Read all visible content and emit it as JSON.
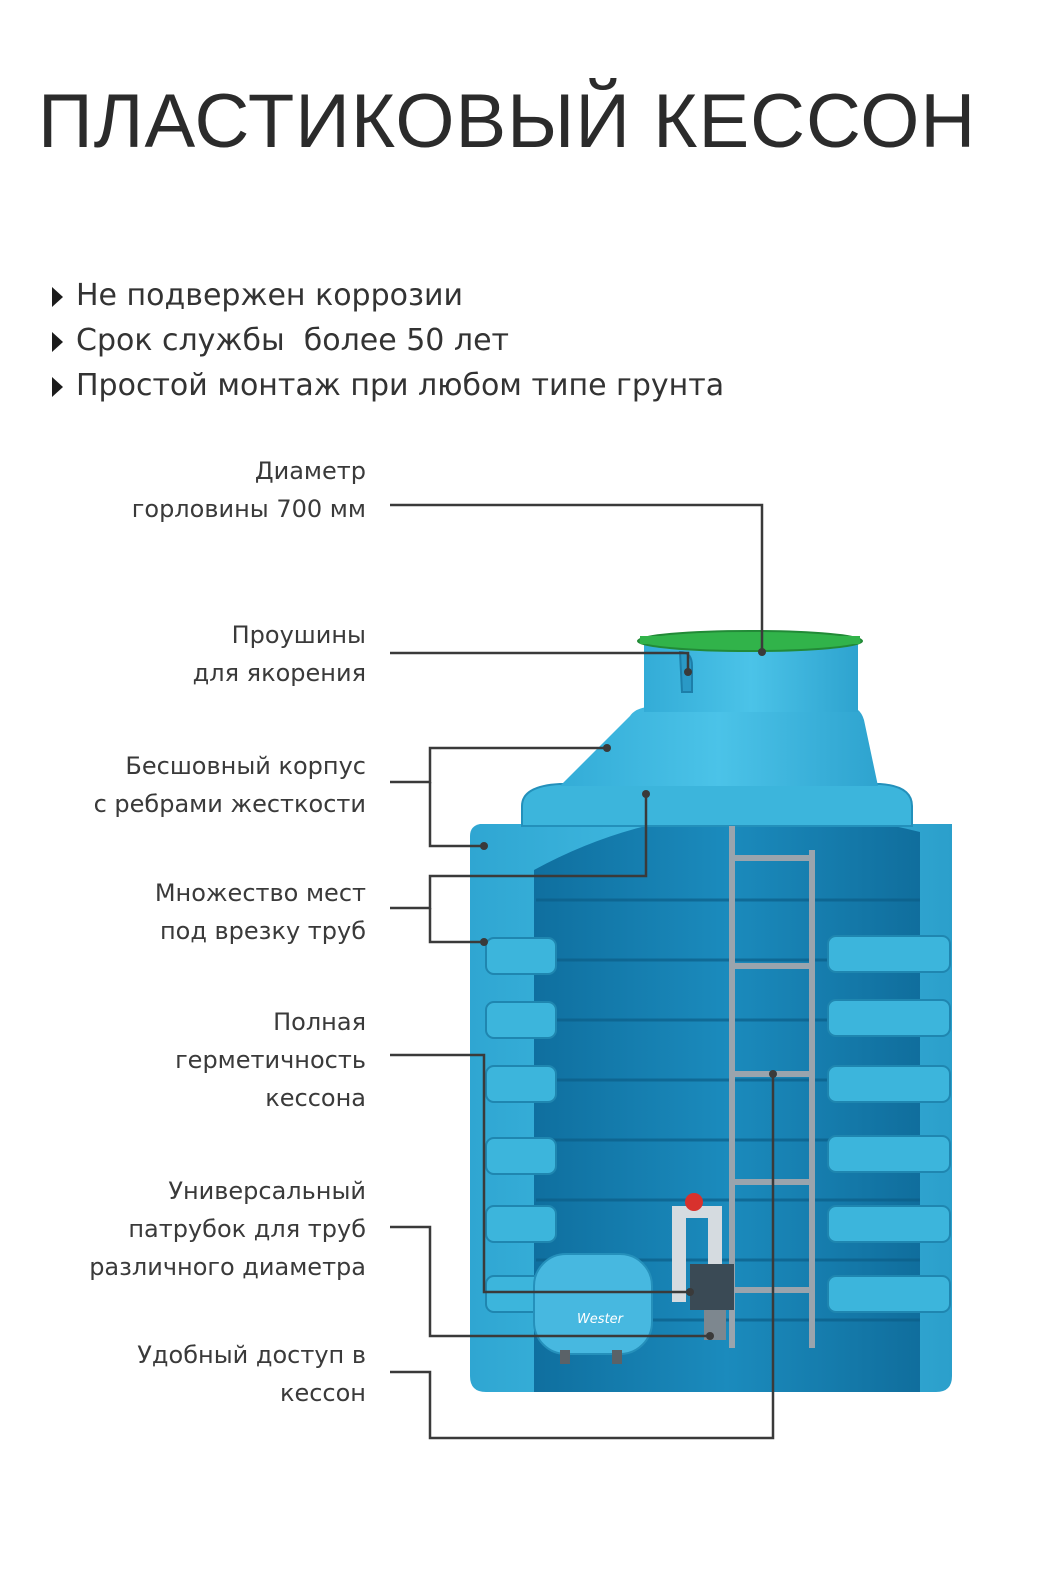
{
  "title": "ПЛАСТИКОВЫЙ КЕССОН",
  "features": [
    "Не подвержен коррозии",
    "Срок службы  более 50 лет",
    "Простой монтаж при любом типе грунта"
  ],
  "callouts": [
    {
      "lines": [
        "Диаметр",
        "горловины 700 мм"
      ]
    },
    {
      "lines": [
        "Проушины",
        "для якорения"
      ]
    },
    {
      "lines": [
        "Бесшовный корпус",
        "с ребрами жесткости"
      ]
    },
    {
      "lines": [
        "Множество мест",
        "под врезку труб"
      ]
    },
    {
      "lines": [
        "Полная",
        "герметичность",
        "кессона"
      ]
    },
    {
      "lines": [
        "Универсальный",
        "патрубок для труб",
        "различного диаметра"
      ]
    },
    {
      "lines": [
        "Удобный доступ в",
        "кессон"
      ]
    }
  ],
  "tank_brand": "Wester",
  "colors": {
    "body": "#3cb5dc",
    "body_dark": "#1f86b0",
    "interior": "#157fb0",
    "lid": "#31b34a",
    "line": "#3a3a3a"
  }
}
